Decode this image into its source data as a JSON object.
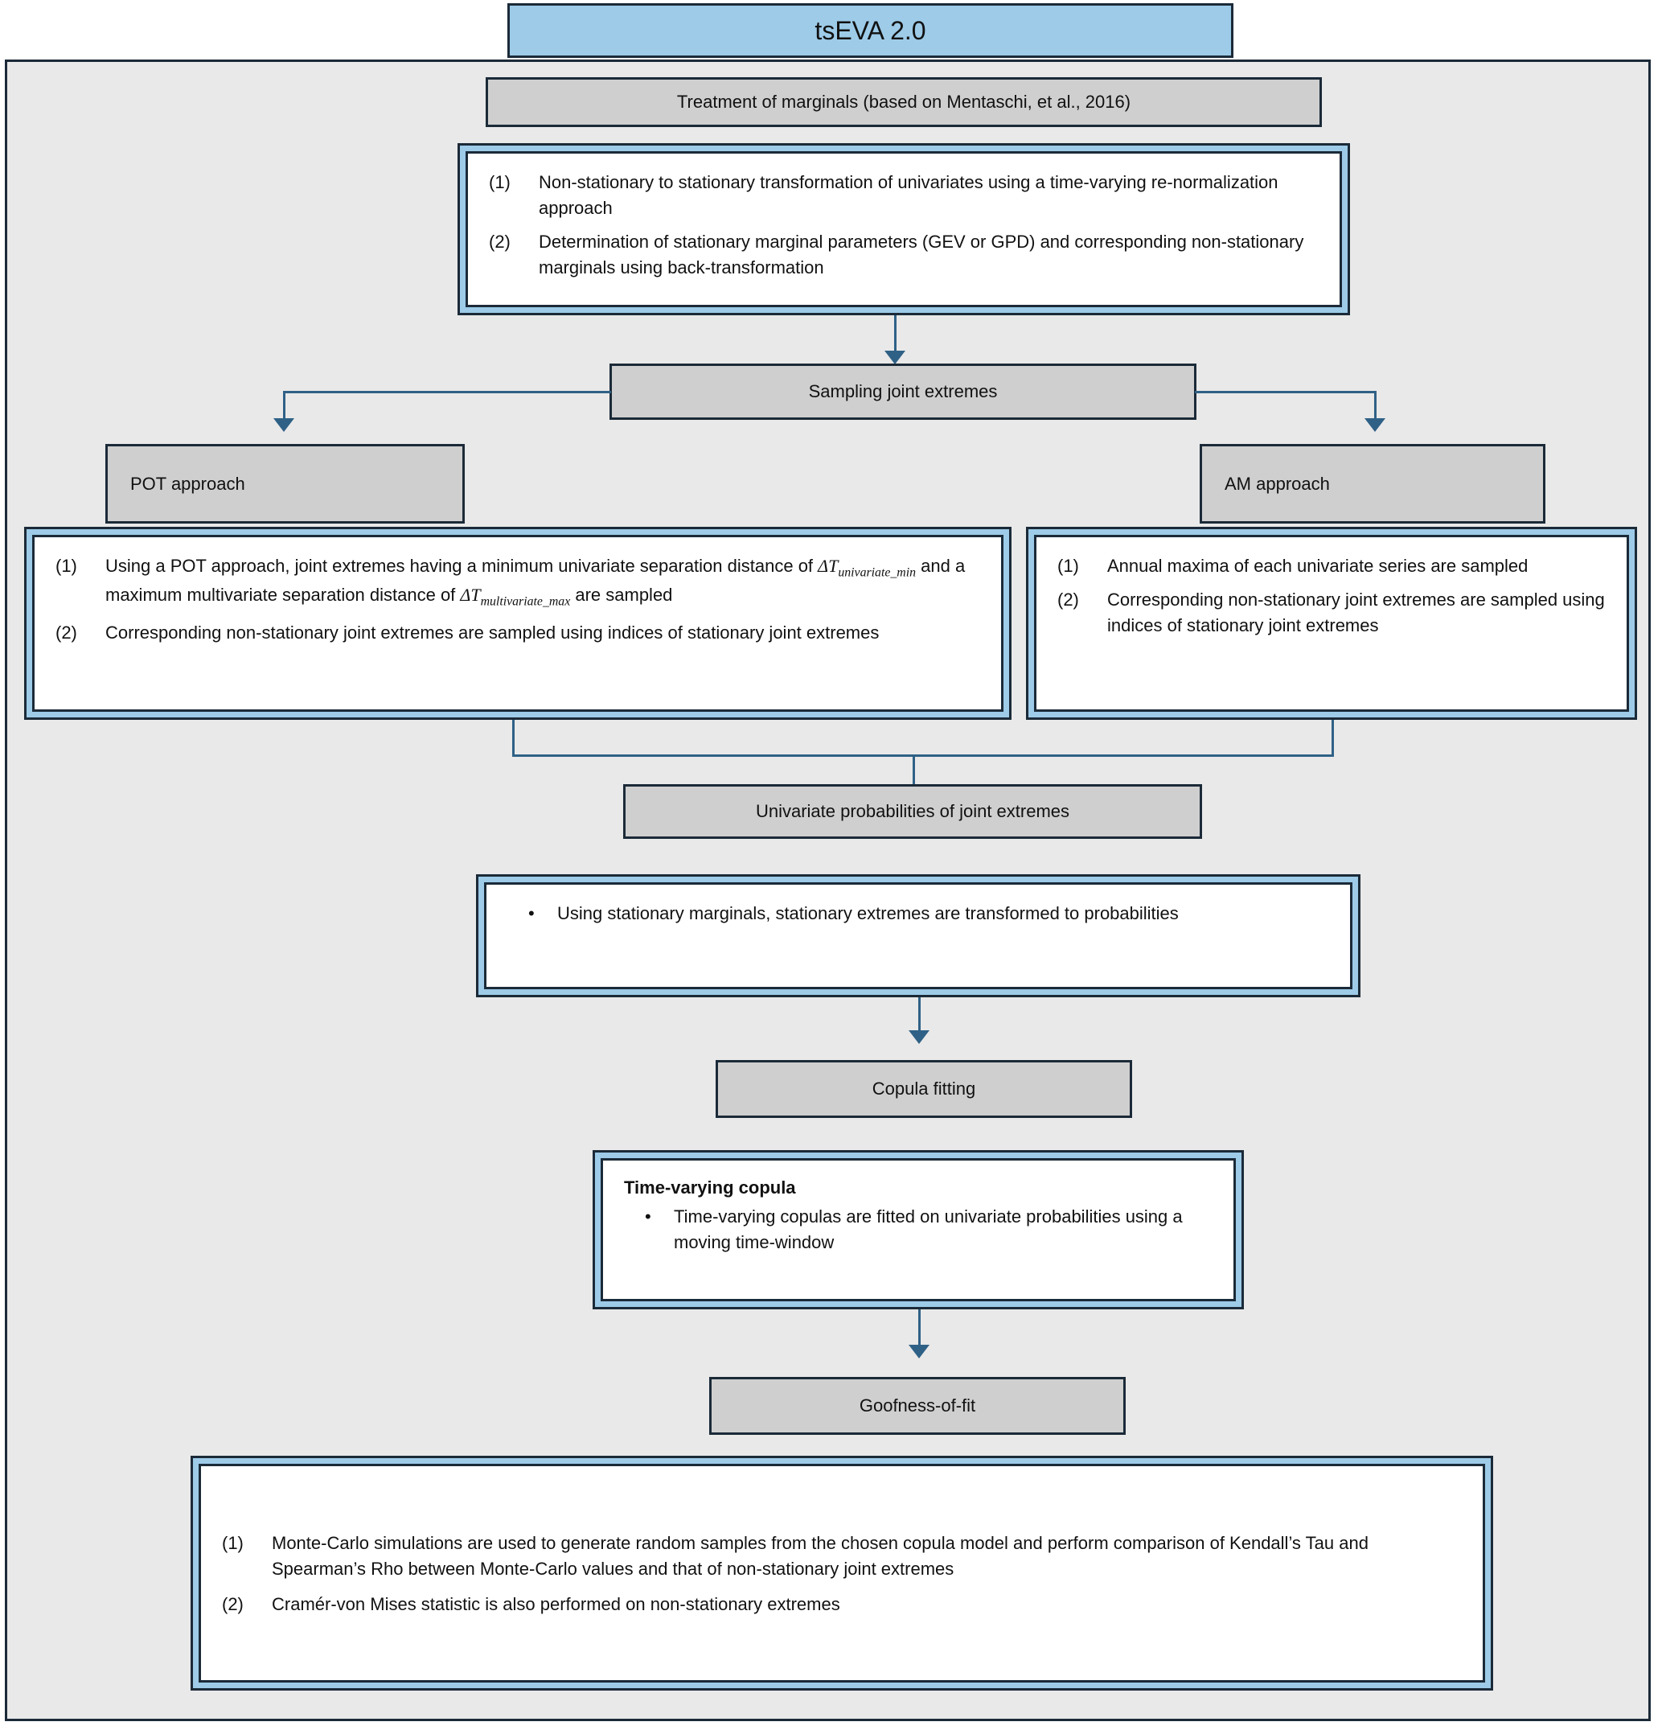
{
  "title": "tsEVA 2.0",
  "sections": {
    "marginals": {
      "header": "Treatment of marginals (based on Mentaschi, et al., 2016)",
      "items": [
        {
          "mark": "(1)",
          "text": "Non-stationary to stationary transformation of univariates using a time-varying re-normalization approach"
        },
        {
          "mark": "(2)",
          "text": "Determination of stationary marginal parameters (GEV or GPD) and corresponding non-stationary marginals using back-transformation"
        }
      ]
    },
    "sampling": {
      "header": "Sampling joint extremes"
    },
    "pot": {
      "header": "POT approach",
      "items": [
        {
          "mark": "(1)",
          "text_prefix": "Using a POT approach, joint extremes  having a minimum univariate separation distance of ",
          "math1": "ΔT",
          "math1_sub": "univariate_min",
          "text_mid": " and a maximum multivariate separation distance of ",
          "math2": "ΔT",
          "math2_sub": "multivariate_max",
          "text_suffix": " are sampled"
        },
        {
          "mark": "(2)",
          "text": "Corresponding non-stationary joint extremes are sampled using indices of stationary joint extremes"
        }
      ]
    },
    "am": {
      "header": "AM approach",
      "items": [
        {
          "mark": "(1)",
          "text": "Annual maxima of each univariate series are sampled"
        },
        {
          "mark": "(2)",
          "text": "Corresponding non-stationary joint extremes are sampled using indices of stationary joint extremes"
        }
      ]
    },
    "univariate_prob": {
      "header": "Univariate probabilities of joint extremes",
      "items": [
        {
          "mark": "•",
          "text": "Using stationary marginals, stationary extremes are transformed to probabilities"
        }
      ]
    },
    "copula": {
      "header": "Copula fitting",
      "subhead": "Time-varying copula",
      "items": [
        {
          "mark": "•",
          "text": "Time-varying copulas are fitted on univariate probabilities using a moving time-window"
        }
      ]
    },
    "goodness": {
      "header": "Goofness-of-fit",
      "items": [
        {
          "mark": "(1)",
          "text": "Monte-Carlo simulations are used to generate random samples from the chosen copula model and perform comparison of Kendall’s Tau and Spearman’s Rho between Monte-Carlo values and that of non-stationary joint extremes"
        },
        {
          "mark": "(2)",
          "text": "Cramér-von Mises statistic  is also performed on non-stationary extremes"
        }
      ]
    }
  },
  "colors": {
    "accent_blue": "#9dcbe8",
    "header_grey": "#cfcfcf",
    "panel_grey": "#e9e9e9",
    "outline": "#1b2a38",
    "connector": "#2f6186"
  }
}
